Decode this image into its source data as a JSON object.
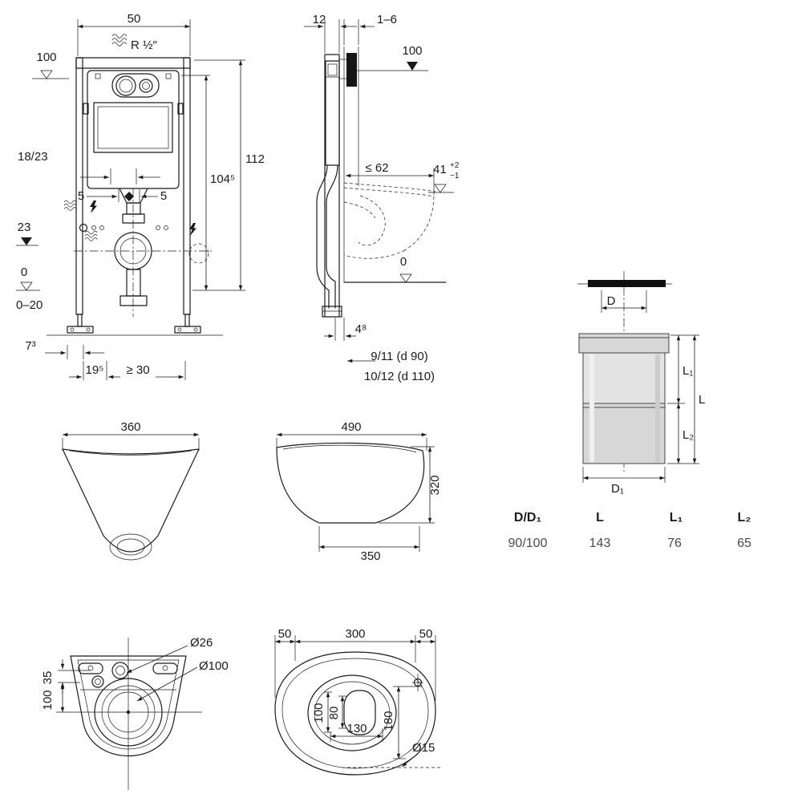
{
  "frame_front": {
    "dims": {
      "width": "50",
      "thread": "R ½″",
      "level_top": "100",
      "height": "112",
      "height2": "104⁵",
      "depth": "18/23",
      "off_l": "5",
      "off_r": "5",
      "level_mid": "23",
      "level_floor": "0",
      "range": "0–20",
      "d7": "7³",
      "d19": "19⁵",
      "d30": "≥ 30"
    }
  },
  "frame_side": {
    "dims": {
      "d12": "12",
      "wall": "1–6",
      "level100": "100",
      "max62": "≤ 62",
      "h41": "41",
      "tol_p": "+2",
      "tol_m": "−1",
      "level0": "0",
      "d48": "4⁸",
      "p90": "9/11 (d 90)",
      "p110": "10/12 (d 110)"
    }
  },
  "connector": {
    "labels": {
      "d": "D",
      "d1": "D₁",
      "l": "L",
      "l1": "L₁",
      "l2": "L₂"
    },
    "table": {
      "headers": [
        "D/D₁",
        "L",
        "L₁",
        "L₂"
      ],
      "values": [
        "90/100",
        "143",
        "76",
        "65"
      ]
    }
  },
  "bowl_front": {
    "dims": {
      "w": "360"
    }
  },
  "bowl_side": {
    "dims": {
      "w": "490",
      "h": "320",
      "b": "350"
    }
  },
  "bowl_bottom": {
    "dims": {
      "d26": "Ø26",
      "d100": "Ø100",
      "v35": "35",
      "v100": "100"
    }
  },
  "bowl_top": {
    "dims": {
      "l50": "50",
      "c300": "300",
      "r50": "50",
      "v100": "100",
      "v80": "80",
      "h130": "130",
      "v180": "180",
      "d15": "Ø15"
    }
  }
}
